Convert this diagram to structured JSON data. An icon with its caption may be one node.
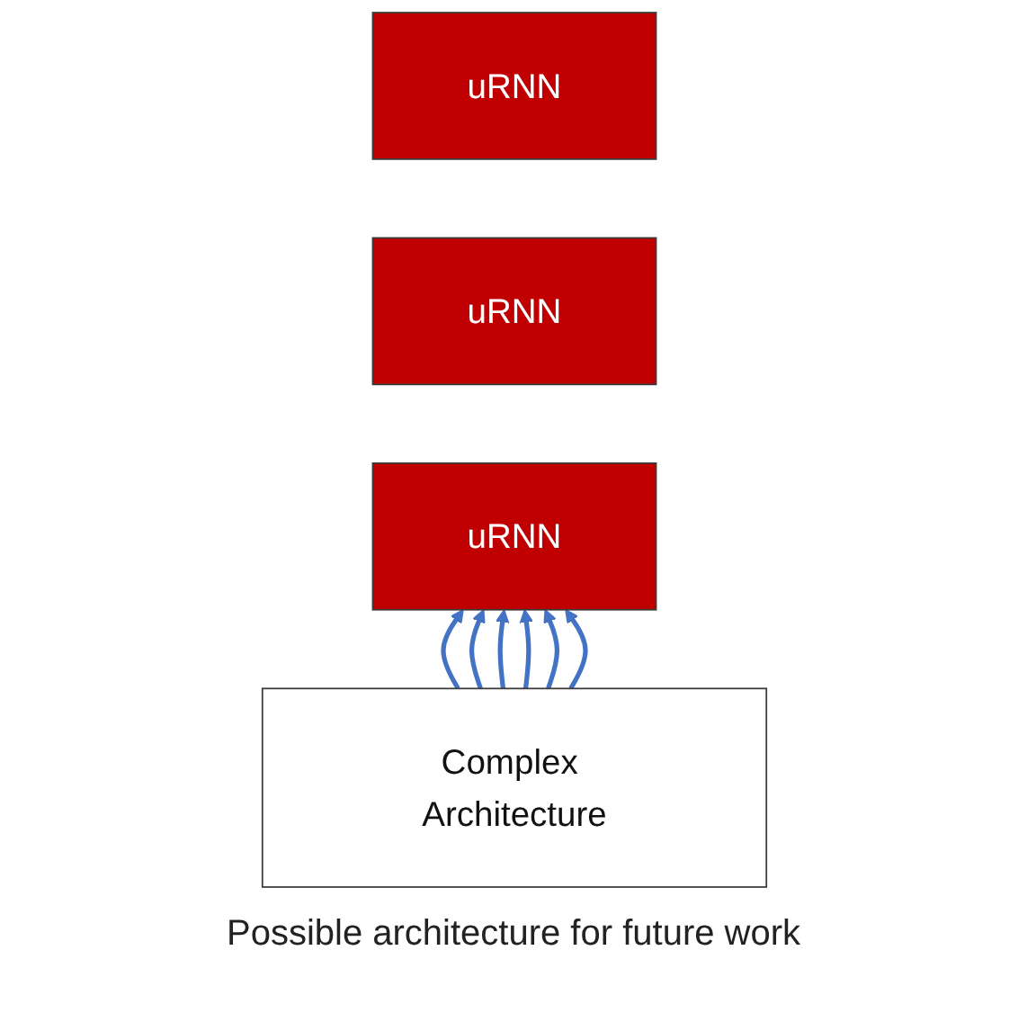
{
  "diagram": {
    "caption": "Possible architecture for future work",
    "nodes": [
      {
        "text": [
          "uRNN"
        ]
      },
      {
        "text": [
          "uRNN"
        ]
      },
      {
        "text": [
          "uRNN"
        ]
      },
      {
        "text": [
          "Complex Architecture"
        ]
      }
    ],
    "edges": [
      {
        "from": 3,
        "to": 2,
        "arrow": "to"
      },
      {
        "from": 3,
        "to": 2,
        "arrow": "to"
      },
      {
        "from": 3,
        "to": 2,
        "arrow": "to"
      },
      {
        "from": 3,
        "to": 2,
        "arrow": "to"
      },
      {
        "from": 3,
        "to": 2,
        "arrow": "to"
      },
      {
        "from": 3,
        "to": 2,
        "arrow": "to"
      }
    ]
  }
}
